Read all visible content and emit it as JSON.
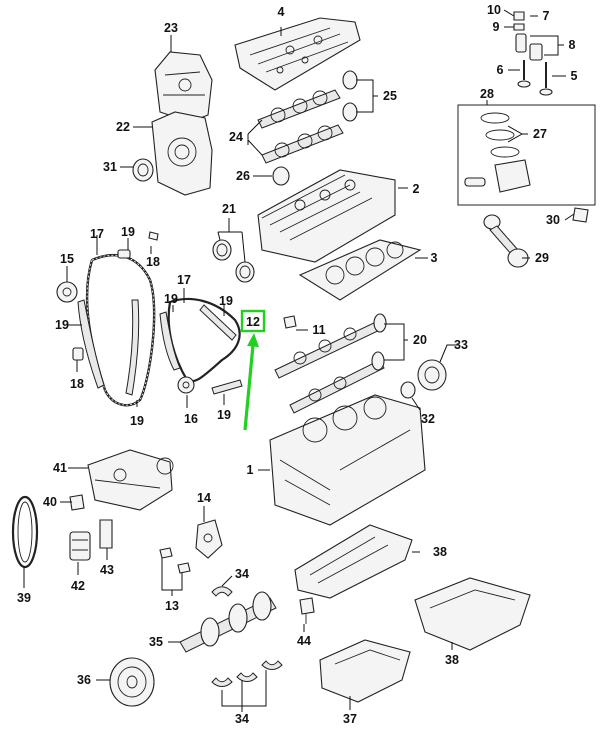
{
  "diagram": {
    "highlight": {
      "label": "12",
      "color": "#22d022"
    },
    "callouts": [
      {
        "id": "c1",
        "label": "1"
      },
      {
        "id": "c2",
        "label": "2"
      },
      {
        "id": "c3",
        "label": "3"
      },
      {
        "id": "c4",
        "label": "4"
      },
      {
        "id": "c5",
        "label": "5"
      },
      {
        "id": "c6",
        "label": "6"
      },
      {
        "id": "c7",
        "label": "7"
      },
      {
        "id": "c8",
        "label": "8"
      },
      {
        "id": "c9",
        "label": "9"
      },
      {
        "id": "c10",
        "label": "10"
      },
      {
        "id": "c11",
        "label": "11"
      },
      {
        "id": "c13",
        "label": "13"
      },
      {
        "id": "c14",
        "label": "14"
      },
      {
        "id": "c15",
        "label": "15"
      },
      {
        "id": "c16",
        "label": "16"
      },
      {
        "id": "c17a",
        "label": "17"
      },
      {
        "id": "c17b",
        "label": "17"
      },
      {
        "id": "c18a",
        "label": "18"
      },
      {
        "id": "c18b",
        "label": "18"
      },
      {
        "id": "c19a",
        "label": "19"
      },
      {
        "id": "c19b",
        "label": "19"
      },
      {
        "id": "c19c",
        "label": "19"
      },
      {
        "id": "c19d",
        "label": "19"
      },
      {
        "id": "c19e",
        "label": "19"
      },
      {
        "id": "c19f",
        "label": "19"
      },
      {
        "id": "c19g",
        "label": "19"
      },
      {
        "id": "c20",
        "label": "20"
      },
      {
        "id": "c21",
        "label": "21"
      },
      {
        "id": "c22",
        "label": "22"
      },
      {
        "id": "c23",
        "label": "23"
      },
      {
        "id": "c24",
        "label": "24"
      },
      {
        "id": "c25",
        "label": "25"
      },
      {
        "id": "c26",
        "label": "26"
      },
      {
        "id": "c27",
        "label": "27"
      },
      {
        "id": "c28",
        "label": "28"
      },
      {
        "id": "c29",
        "label": "29"
      },
      {
        "id": "c30",
        "label": "30"
      },
      {
        "id": "c31",
        "label": "31"
      },
      {
        "id": "c32",
        "label": "32"
      },
      {
        "id": "c33",
        "label": "33"
      },
      {
        "id": "c34a",
        "label": "34"
      },
      {
        "id": "c34b",
        "label": "34"
      },
      {
        "id": "c35",
        "label": "35"
      },
      {
        "id": "c36",
        "label": "36"
      },
      {
        "id": "c37",
        "label": "37"
      },
      {
        "id": "c38a",
        "label": "38"
      },
      {
        "id": "c38b",
        "label": "38"
      },
      {
        "id": "c39",
        "label": "39"
      },
      {
        "id": "c40",
        "label": "40"
      },
      {
        "id": "c41",
        "label": "41"
      },
      {
        "id": "c42",
        "label": "42"
      },
      {
        "id": "c43",
        "label": "43"
      },
      {
        "id": "c44",
        "label": "44"
      }
    ]
  }
}
